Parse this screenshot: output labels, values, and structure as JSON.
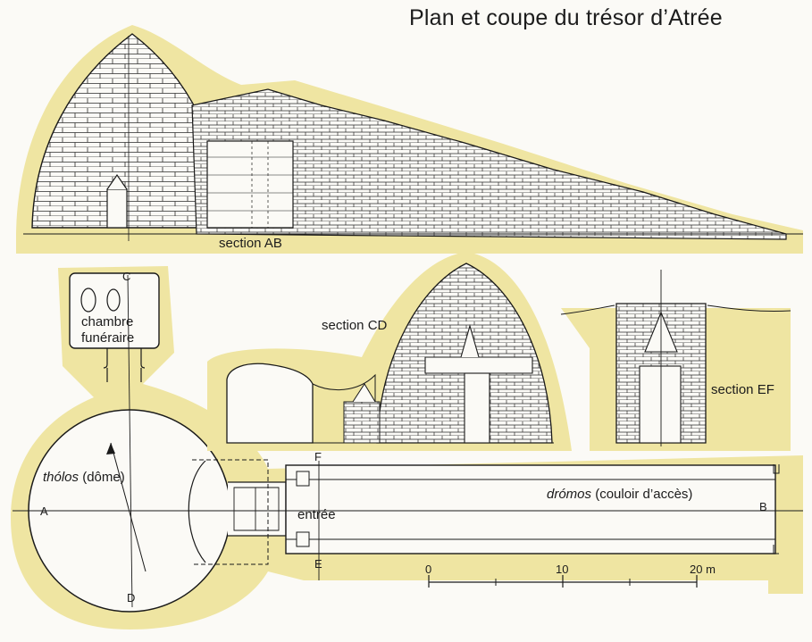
{
  "title": "Plan et coupe du trésor d’Atrée",
  "sections": {
    "ab": "section AB",
    "cd": "section CD",
    "ef": "section EF"
  },
  "rooms": {
    "chamber_line1": "chambre",
    "chamber_line2": "funéraire",
    "tholos_italic": "thólos",
    "tholos_rest": " (dôme)",
    "dromos_italic": "drómos",
    "dromos_rest": " (couloir d’accès)",
    "entrance": "entrée"
  },
  "points": {
    "a": "A",
    "b": "B",
    "c": "C",
    "d": "D",
    "e": "E",
    "f": "F"
  },
  "scale": {
    "ticks": [
      "0",
      "10",
      "20 m"
    ]
  },
  "colors": {
    "earth": "#efe5a2",
    "ink": "#1a1a1a",
    "paper": "#fbfaf6"
  }
}
